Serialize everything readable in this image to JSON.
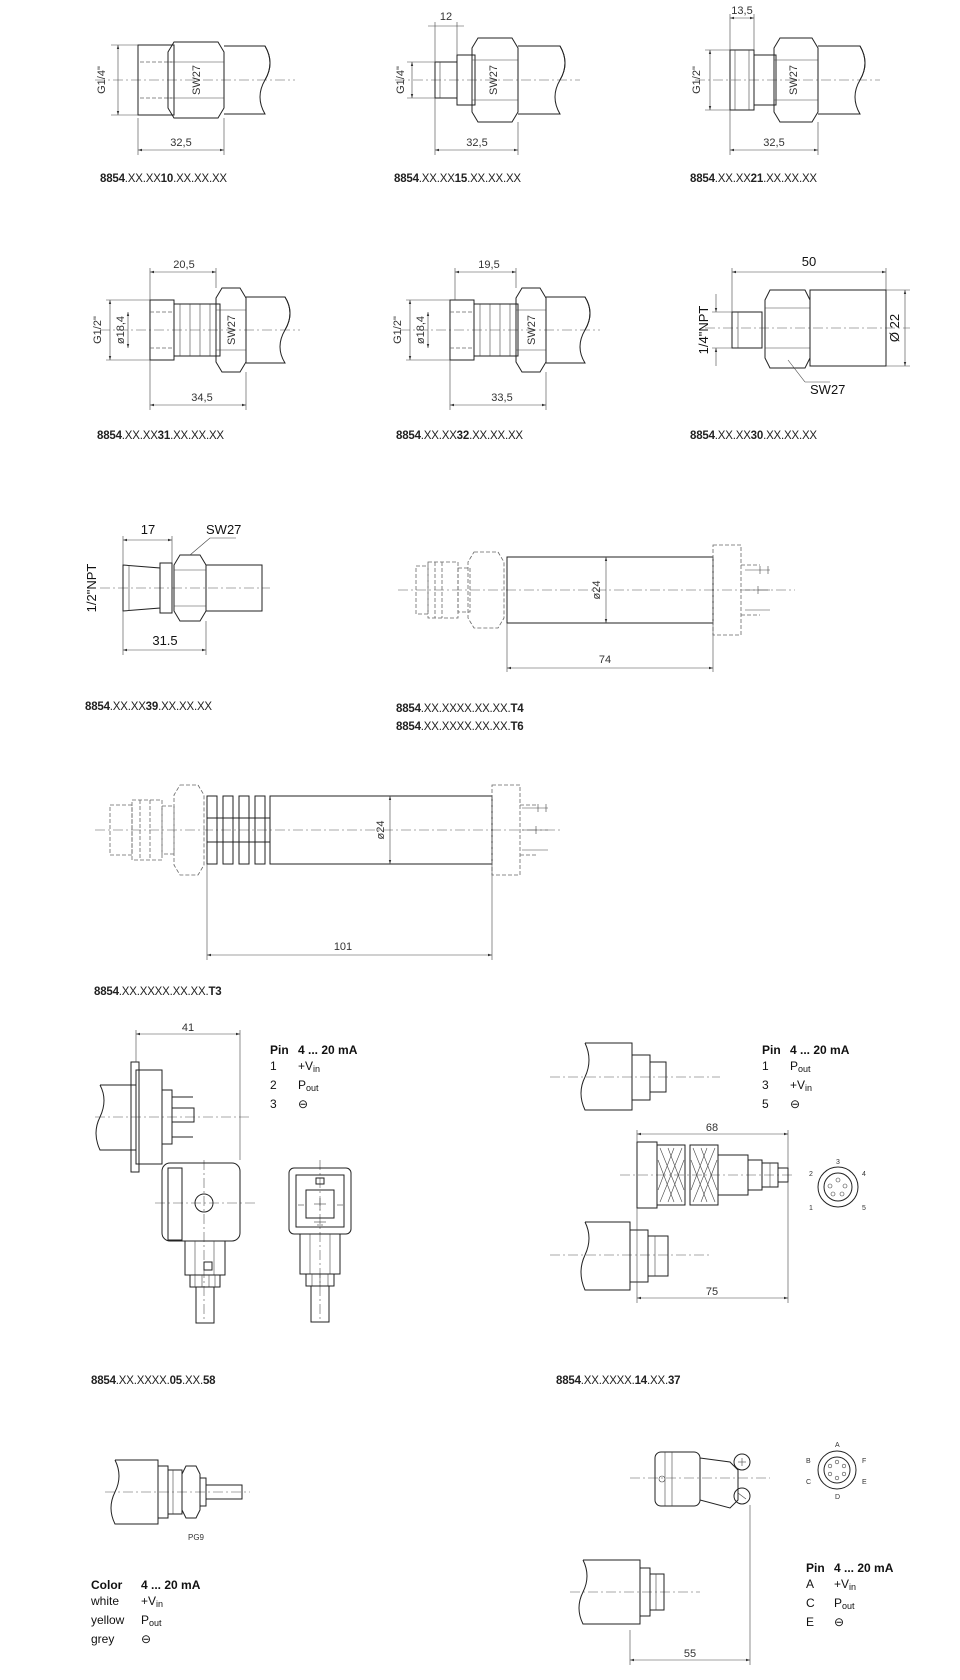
{
  "captions": {
    "c1": {
      "bold": "8854",
      "a": ".XX.XX",
      "b": "10",
      "c": ".XX.XX.XX"
    },
    "c2": {
      "bold": "8854",
      "a": ".XX.XX",
      "b": "15",
      "c": ".XX.XX.XX"
    },
    "c3": {
      "bold": "8854",
      "a": ".XX.XX",
      "b": "21",
      "c": ".XX.XX.XX"
    },
    "c4": {
      "bold": "8854",
      "a": ".XX.XX",
      "b": "31",
      "c": ".XX.XX.XX"
    },
    "c5": {
      "bold": "8854",
      "a": ".XX.XX",
      "b": "32",
      "c": ".XX.XX.XX"
    },
    "c6": {
      "bold": "8854",
      "a": ".XX.XX",
      "b": "30",
      "c": ".XX.XX.XX"
    },
    "c7": {
      "bold": "8854",
      "a": ".XX.XX",
      "b": "39",
      "c": ".XX.XX.XX"
    },
    "c8a": {
      "bold": "8854",
      "a": ".XX.XXXX.XX.XX.",
      "b": "T4",
      "c": ""
    },
    "c8b": {
      "bold": "8854",
      "a": ".XX.XXXX.XX.XX.",
      "b": "T6",
      "c": ""
    },
    "c9": {
      "bold": "8854",
      "a": ".XX.XXXX.XX.XX.",
      "b": "T3",
      "c": ""
    },
    "c10": {
      "bold": "8854",
      "a": ".XX.XXXX.",
      "b": "05",
      "c": ".XX.",
      "d": "58"
    },
    "c11": {
      "bold": "8854",
      "a": ".XX.XXXX.",
      "b": "14",
      "c": ".XX.",
      "d": "37"
    }
  },
  "dimensions": {
    "d1_len": "32,5",
    "d1_thread": "G1/4\"",
    "d1_sw": "SW27",
    "d2_top": "12",
    "d2_len": "32,5",
    "d2_thread": "G1/4\"",
    "d2_sw": "SW27",
    "d3_top": "13,5",
    "d3_len": "32,5",
    "d3_thread": "G1/2\"",
    "d3_sw": "SW27",
    "d4_top": "20,5",
    "d4_len": "34,5",
    "d4_thread": "G1/2\"",
    "d4_dia": "ø18,4",
    "d4_sw": "SW27",
    "d5_top": "19,5",
    "d5_len": "33,5",
    "d5_thread": "G1/2\"",
    "d5_dia": "ø18,4",
    "d5_sw": "SW27",
    "d6_top": "50",
    "d6_thread": "1/4\"NPT",
    "d6_dia": "Ø 22",
    "d6_sw": "SW27",
    "d7_top": "17",
    "d7_sw": "SW27",
    "d7_len": "31.5",
    "d7_thread": "1/2\"NPT",
    "d8_dia": "ø24",
    "d8_len": "74",
    "d9_dia": "ø24",
    "d9_len": "101",
    "d10_len": "41",
    "d11_a": "68",
    "d11_b": "75",
    "d11_pins": [
      "1",
      "2",
      "3",
      "4",
      "5"
    ],
    "d12_pg": "PG9",
    "d13_len": "55",
    "d13_pins": [
      "A",
      "B",
      "C",
      "D",
      "E",
      "F"
    ]
  },
  "table_din": {
    "header": {
      "pin": "Pin",
      "signal": "4 ... 20 mA"
    },
    "rows": [
      {
        "pin": "1",
        "signal": "+V",
        "sub": "in"
      },
      {
        "pin": "2",
        "signal": "P",
        "sub": "out"
      },
      {
        "pin": "3",
        "signal": "⊖",
        "sub": ""
      }
    ]
  },
  "table_round": {
    "header": {
      "pin": "Pin",
      "signal": "4 ... 20 mA"
    },
    "rows": [
      {
        "pin": "1",
        "signal": "P",
        "sub": "out"
      },
      {
        "pin": "3",
        "signal": "+V",
        "sub": "in"
      },
      {
        "pin": "5",
        "signal": "⊖",
        "sub": ""
      }
    ]
  },
  "table_cable": {
    "header": {
      "pin": "Color",
      "signal": "4 ... 20 mA"
    },
    "rows": [
      {
        "pin": "white",
        "signal": "+V",
        "sub": "in"
      },
      {
        "pin": "yellow",
        "signal": "P",
        "sub": "out"
      },
      {
        "pin": "grey",
        "signal": "⊖",
        "sub": ""
      }
    ]
  },
  "table_bayonet": {
    "header": {
      "pin": "Pin",
      "signal": "4 ... 20 mA"
    },
    "rows": [
      {
        "pin": "A",
        "signal": "+V",
        "sub": "in"
      },
      {
        "pin": "C",
        "signal": "P",
        "sub": "out"
      },
      {
        "pin": "E",
        "signal": "⊖",
        "sub": ""
      }
    ]
  }
}
